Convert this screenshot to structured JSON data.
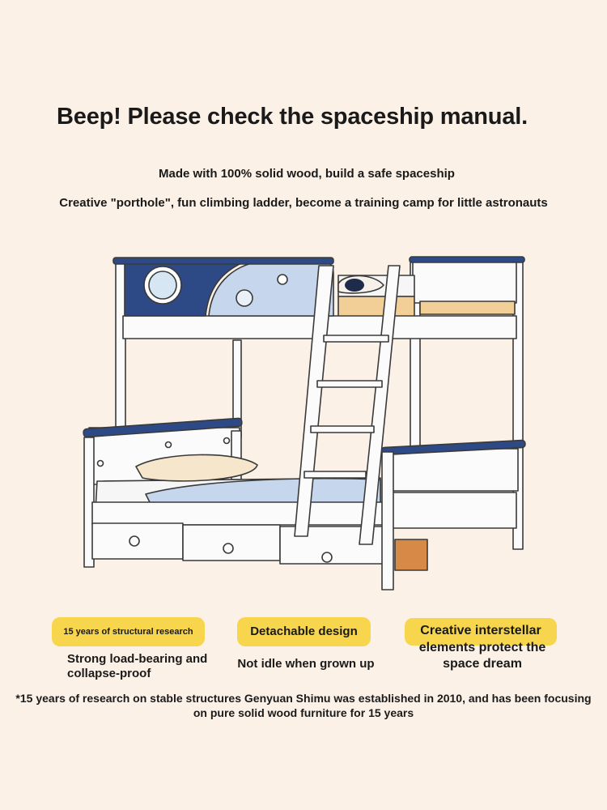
{
  "header": {
    "headline": "Beep! Please check the spaceship manual.",
    "subtitle_1": "Made with 100% solid wood, build a safe spaceship",
    "subtitle_2": "Creative \"porthole\", fun climbing ladder, become a training camp for little astronauts"
  },
  "illustration": {
    "subject": "bunk-bed-illustration"
  },
  "features": [
    {
      "badge": "15 years of structural research",
      "caption": "Strong load-bearing and collapse-proof"
    },
    {
      "badge": "Detachable design",
      "caption": "Not idle when grown up"
    },
    {
      "badge": "Creative interstellar",
      "caption": "elements protect the space dream"
    }
  ],
  "footnote": "*15 years of research on stable structures Genyuan Shimu was established in 2010, and has been focusing on pure solid wood furniture for 15 years",
  "colors": {
    "background": "#fbf1e6",
    "badge": "#f7d54d",
    "navy": "#2d4a86",
    "light_blue": "#c6d6ec",
    "white_wood": "#fbfbfb",
    "mattress": "#f3cf98",
    "drawer_end": "#d78a48"
  }
}
